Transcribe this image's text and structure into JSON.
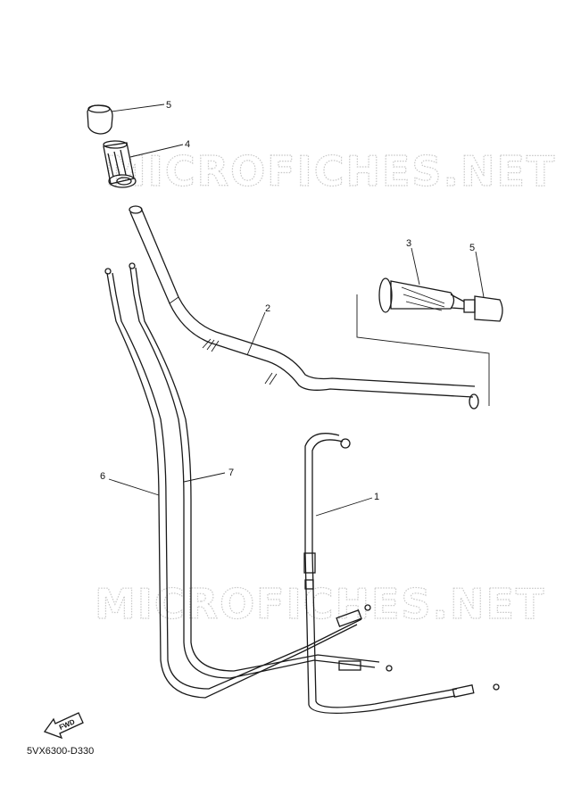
{
  "watermark": "MICROFICHES.NET",
  "diagram_code": "5VX6300-D330",
  "fwd_label": "FWD",
  "callouts": [
    {
      "id": "callout-5-top",
      "label": "5"
    },
    {
      "id": "callout-4",
      "label": "4"
    },
    {
      "id": "callout-2",
      "label": "2"
    },
    {
      "id": "callout-3",
      "label": "3"
    },
    {
      "id": "callout-5-right",
      "label": "5"
    },
    {
      "id": "callout-6",
      "label": "6"
    },
    {
      "id": "callout-7",
      "label": "7"
    },
    {
      "id": "callout-1",
      "label": "1"
    }
  ]
}
